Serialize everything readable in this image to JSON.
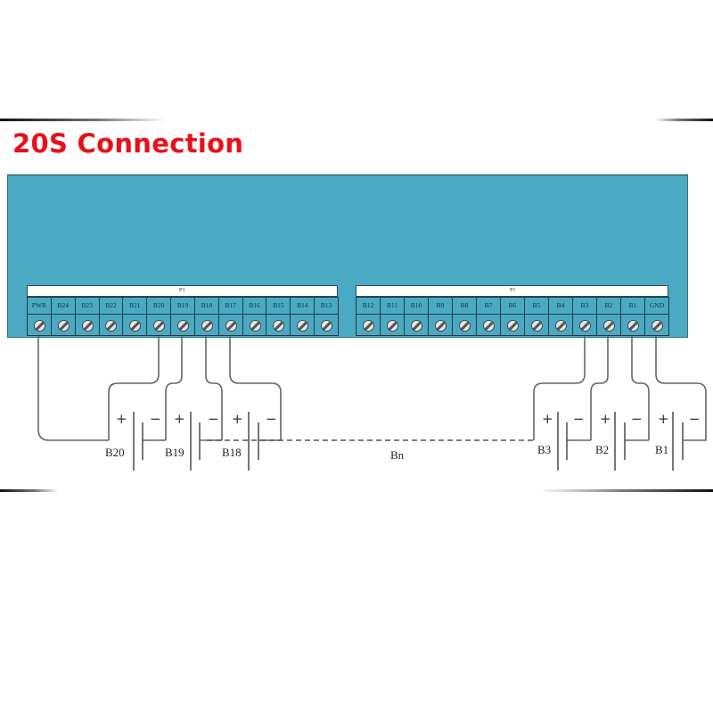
{
  "title": "20S Connection",
  "colors": {
    "title": "#e8101a",
    "board": "#4aaac4",
    "wire": "#666666"
  },
  "board": {
    "left_block": {
      "strip_label": "P3",
      "terminals": [
        "PWR",
        "B24",
        "B23",
        "B22",
        "B21",
        "B20",
        "B19",
        "B18",
        "B17",
        "B16",
        "B15",
        "B14",
        "B13"
      ]
    },
    "right_block": {
      "strip_label": "P1",
      "terminals": [
        "B12",
        "B11",
        "B10",
        "B9",
        "B8",
        "B7",
        "B6",
        "B5",
        "B4",
        "B3",
        "B2",
        "B1",
        "GND"
      ]
    }
  },
  "batteries": {
    "left": [
      {
        "label": "B20",
        "plus": "+",
        "minus": "−"
      },
      {
        "label": "B19",
        "plus": "+",
        "minus": "−"
      },
      {
        "label": "B18",
        "plus": "+",
        "minus": "−"
      }
    ],
    "middle_label": "Bn",
    "right": [
      {
        "label": "B3",
        "plus": "+",
        "minus": "−"
      },
      {
        "label": "B2",
        "plus": "+",
        "minus": "−"
      },
      {
        "label": "B1",
        "plus": "+",
        "minus": "−"
      }
    ]
  }
}
